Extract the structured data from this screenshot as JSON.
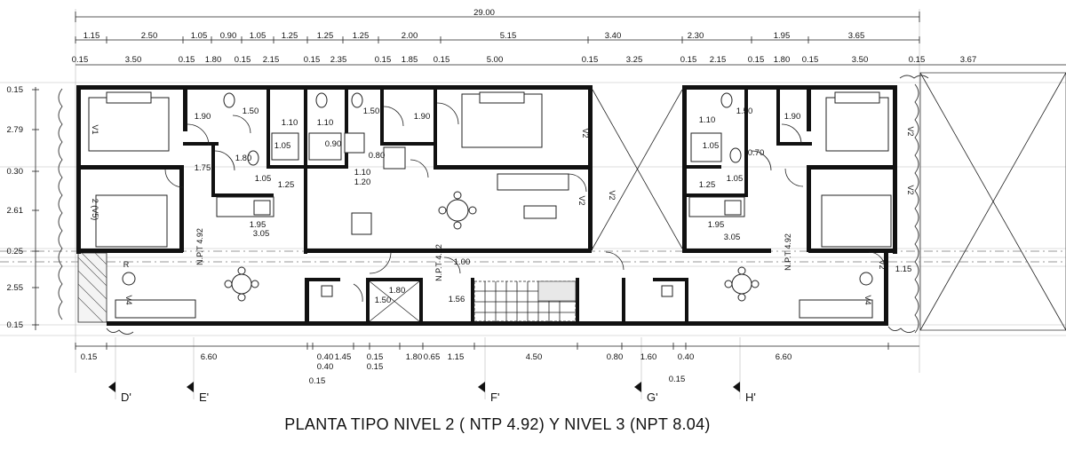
{
  "title": "PLANTA TIPO NIVEL 2 ( NTP 4.92) Y  NIVEL 3 (NPT 8.04)",
  "overall_dimension": "29.00",
  "top_dims_row1": [
    "1.15",
    "2.50",
    "1.05",
    "0.90",
    "1.05",
    "1.25",
    "1.25",
    "1.25",
    "2.00",
    "5.15",
    "3.40",
    "2.30",
    "1.95",
    "3.65"
  ],
  "top_dims_row2": [
    "0.15",
    "3.50",
    "0.15",
    "1.80",
    "0.15",
    "2.15",
    "0.15",
    "2.35",
    "0.15",
    "1.85",
    "0.15",
    "5.00",
    "0.15",
    "3.25",
    "0.15",
    "2.15",
    "0.15",
    "1.80",
    "0.15",
    "3.50",
    "0.15",
    "3.67"
  ],
  "bottom_dims_row1": [
    "0.15",
    "6.60",
    "0.40",
    "1.45",
    "0.15",
    "1.80",
    "0.65",
    "1.15",
    "4.50",
    "0.80",
    "1.60",
    "0.40",
    "6.60"
  ],
  "bottom_dims_row2": [
    "0.15",
    "0.15"
  ],
  "left_dims": [
    "0.15",
    "2.79",
    "0.30",
    "2.61",
    "0.25",
    "2.55",
    "0.15"
  ],
  "interior_dims": [
    "1.90",
    "1.50",
    "1.10",
    "1.10",
    "1.50",
    "1.90",
    "1.05",
    "0.90",
    "0.80",
    "1.80",
    "1.75",
    "1.05",
    "1.25",
    "1.10",
    "1.20",
    "1.95",
    "3.05",
    "1.00",
    "1.56",
    "1.80",
    "1.50",
    "1.10",
    "1.50",
    "1.90",
    "1.05",
    "0.70",
    "1.05",
    "1.25",
    "1.95",
    "3.05",
    "1.15"
  ],
  "level_marks": [
    "N.P.T 4.92",
    "N.P.T 4.92",
    "N.P.T 4.92"
  ],
  "room_codes": [
    "V1",
    "V2",
    "V2",
    "V2",
    "V2",
    "V2",
    "2 (V5)",
    "R",
    "V4",
    "V4",
    "V2"
  ],
  "axes": [
    "D'",
    "E'",
    "F'",
    "G'",
    "H'"
  ]
}
